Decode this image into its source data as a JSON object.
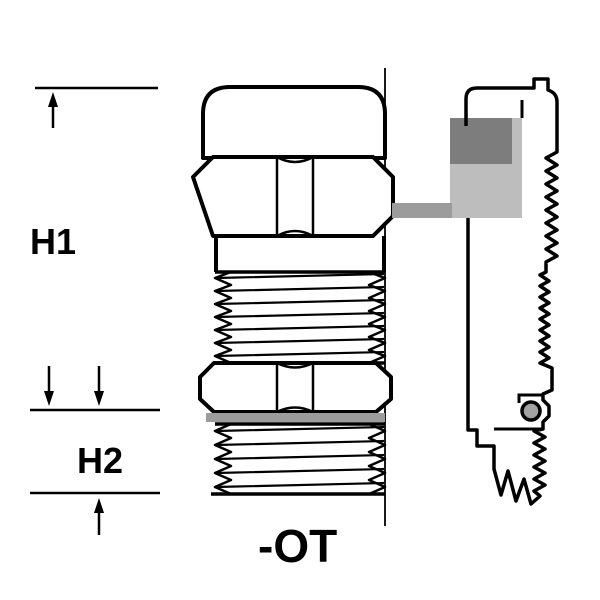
{
  "background": "#ffffff",
  "labels": {
    "dim_top": "H1",
    "dim_bottom": "H2",
    "part_code": "-OT"
  },
  "colors": {
    "outline": "#000000",
    "dark_gray": "#7d7d7d",
    "light_gray": "#bdbdbd",
    "mid_gray": "#9c9c9c",
    "background": "#ffffff"
  },
  "diagram": {
    "type": "technical-drawing",
    "views": [
      "front-elevation",
      "cross-section"
    ],
    "dimension_labels": [
      "H1",
      "H2"
    ],
    "part_label": "-OT"
  }
}
